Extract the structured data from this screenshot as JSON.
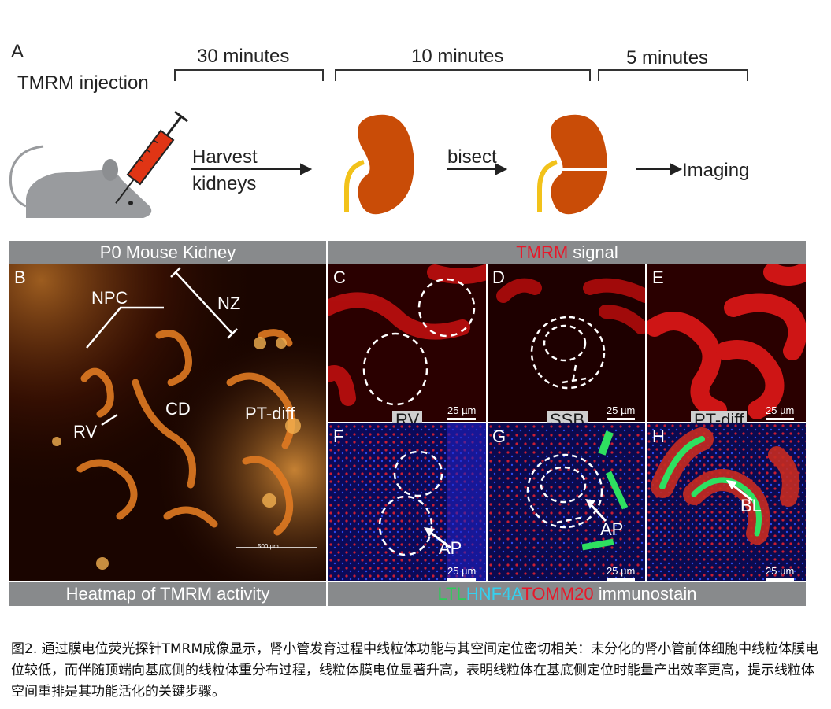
{
  "panelA": {
    "letter": "A",
    "injection_label": "TMRM injection",
    "timings": [
      "30 minutes",
      "10 minutes",
      "5 minutes"
    ],
    "harvest_label": [
      "Harvest",
      "kidneys"
    ],
    "bisect_label": "bisect",
    "imaging_label": "Imaging"
  },
  "panelB": {
    "header": "P0 Mouse Kidney",
    "footer": "Heatmap of TMRM activity",
    "letter": "B",
    "labels": {
      "npc": "NPC",
      "nz": "NZ",
      "rv": "RV",
      "cd": "CD",
      "pt": "PT-diff"
    },
    "scale": "500 µm"
  },
  "topRight": {
    "header_tmrm": "TMRM",
    "header_rest": " signal",
    "panels": [
      {
        "letter": "C",
        "tag": "RV",
        "scale": "25 µm"
      },
      {
        "letter": "D",
        "tag": "SSB",
        "scale": "25 µm"
      },
      {
        "letter": "E",
        "tag": "PT-diff",
        "scale": "25 µm"
      }
    ]
  },
  "bottomRight": {
    "panels": [
      {
        "letter": "F",
        "arrow": "AP",
        "scale": "25 µm"
      },
      {
        "letter": "G",
        "arrow": "AP",
        "scale": "25 µm"
      },
      {
        "letter": "H",
        "arrow": "BL",
        "scale": "25 µm"
      }
    ],
    "footer": {
      "ltl": "LTL",
      "hnf": "HNF4A",
      "tomm": "TOMM20",
      "rest": " immunostain"
    }
  },
  "colors": {
    "ltl": "#2ecc5a",
    "hnf": "#35d0ee",
    "tomm": "#e8182a",
    "tmrm_header": "#e8182a",
    "kidney": "#c94c07",
    "ureter": "#f2c21a"
  },
  "caption": "图2. 通过膜电位荧光探针TMRM成像显示，肾小管发育过程中线粒体功能与其空间定位密切相关：未分化的肾小管前体细胞中线粒体膜电位较低，而伴随顶端向基底侧的线粒体重分布过程，线粒体膜电位显著升高，表明线粒体在基底侧定位时能量产出效率更高，提示线粒体空间重排是其功能活化的关键步骤。"
}
